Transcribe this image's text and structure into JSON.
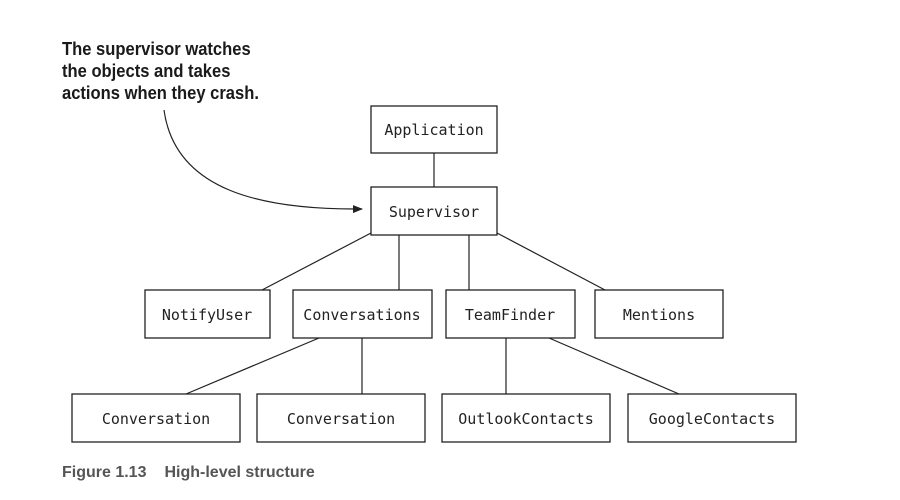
{
  "annotation": {
    "lines": [
      "The supervisor watches",
      "the objects and takes",
      "actions when they crash."
    ]
  },
  "nodes": {
    "application": "Application",
    "supervisor": "Supervisor",
    "notify_user": "NotifyUser",
    "conversations": "Conversations",
    "team_finder": "TeamFinder",
    "mentions": "Mentions",
    "conversation_1": "Conversation",
    "conversation_2": "Conversation",
    "outlook_contacts": "OutlookContacts",
    "google_contacts": "GoogleContacts"
  },
  "edges": [
    [
      "application",
      "supervisor"
    ],
    [
      "supervisor",
      "notify_user"
    ],
    [
      "supervisor",
      "conversations"
    ],
    [
      "supervisor",
      "team_finder"
    ],
    [
      "supervisor",
      "mentions"
    ],
    [
      "conversations",
      "conversation_1"
    ],
    [
      "conversations",
      "conversation_2"
    ],
    [
      "team_finder",
      "outlook_contacts"
    ],
    [
      "team_finder",
      "google_contacts"
    ]
  ],
  "caption": {
    "figure_number": "Figure 1.13",
    "title": "High-level structure"
  }
}
